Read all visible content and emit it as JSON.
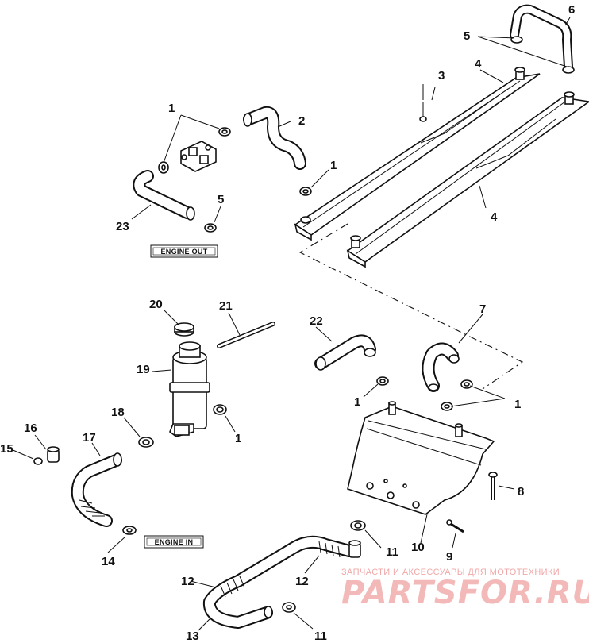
{
  "callouts": {
    "n1": "1",
    "n2": "2",
    "n3": "3",
    "n4": "4",
    "n5": "5",
    "n6": "6",
    "n7": "7",
    "n8": "8",
    "n9": "9",
    "n10": "10",
    "n11": "11",
    "n12": "12",
    "n13": "13",
    "n14": "14",
    "n15": "15",
    "n16": "16",
    "n17": "17",
    "n18": "18",
    "n19": "19",
    "n20": "20",
    "n21": "21",
    "n22": "22",
    "n23": "23"
  },
  "labels": {
    "engine_out": "ENGINE OUT",
    "engine_in": "ENGINE IN"
  },
  "watermark": {
    "tagline": "ЗАПЧАСТИ И АКСЕССУАРЫ ДЛЯ МОТОТЕХНИКИ",
    "brand": "PARTSFOR.RU"
  }
}
